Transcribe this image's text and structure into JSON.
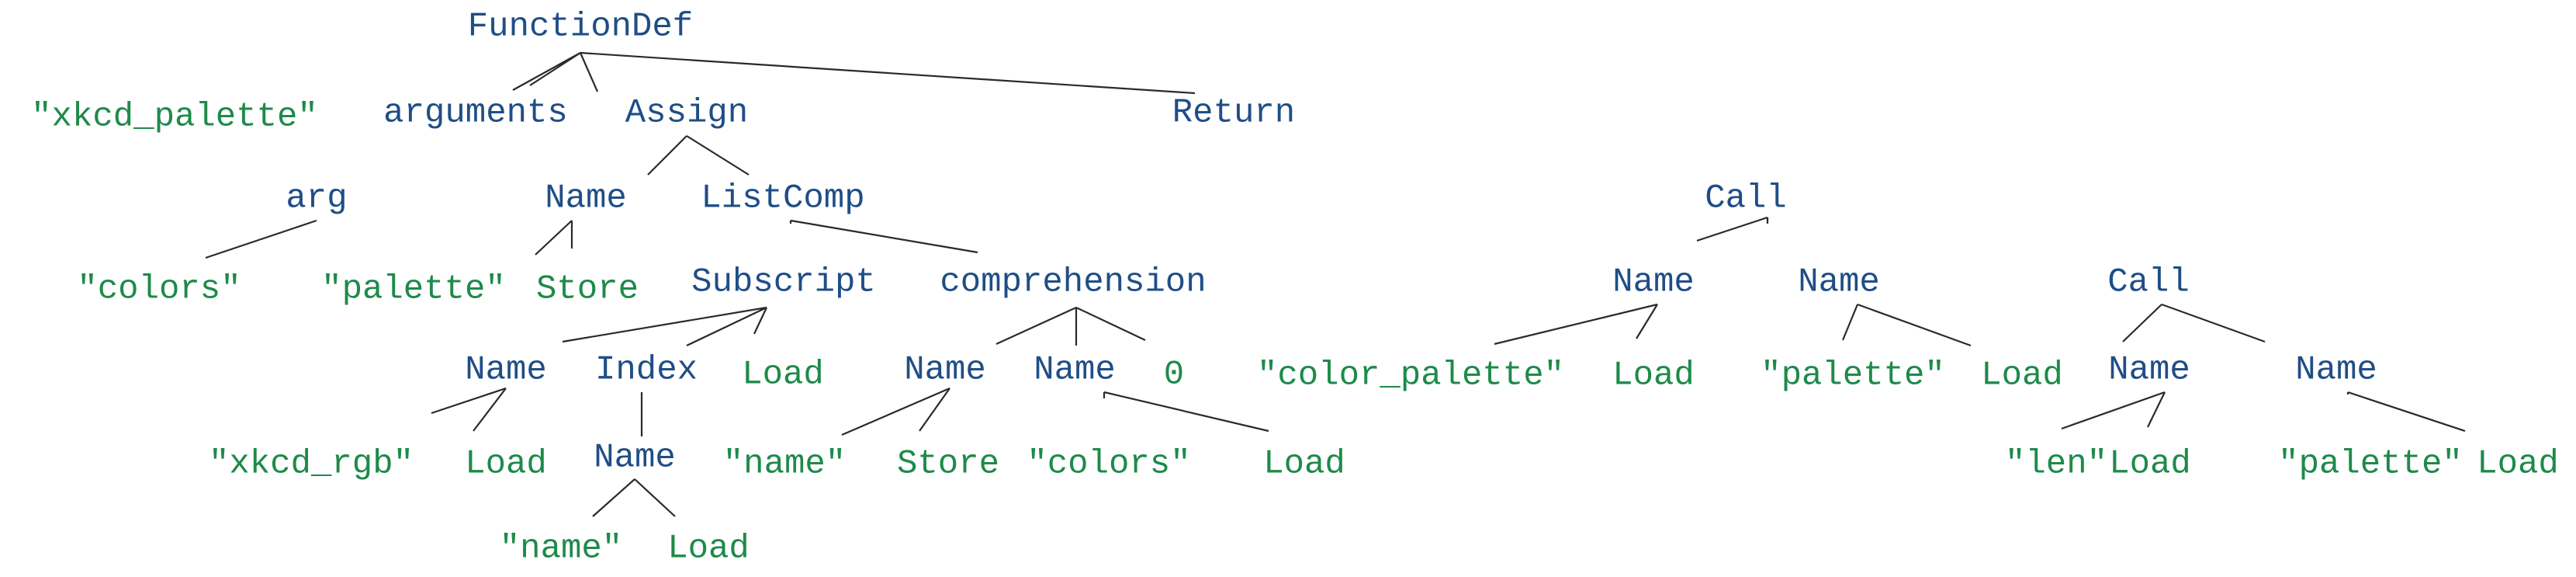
{
  "colors": {
    "node": "#1f4e86",
    "leaf": "#1e8a4a",
    "edge": "#2a2a2a"
  },
  "nodes": [
    {
      "id": "n0",
      "label": "FunctionDef",
      "kind": "node"
    },
    {
      "id": "n1",
      "label": "\"xkcd_palette\"",
      "kind": "leaf"
    },
    {
      "id": "n2",
      "label": "arguments",
      "kind": "node"
    },
    {
      "id": "n3",
      "label": "Assign",
      "kind": "node"
    },
    {
      "id": "n4",
      "label": "Return",
      "kind": "node"
    },
    {
      "id": "n5",
      "label": "arg",
      "kind": "node"
    },
    {
      "id": "n6",
      "label": "\"colors\"",
      "kind": "leaf"
    },
    {
      "id": "n7",
      "label": "Name",
      "kind": "node"
    },
    {
      "id": "n8",
      "label": "\"palette\"",
      "kind": "leaf"
    },
    {
      "id": "n9",
      "label": "Store",
      "kind": "leaf"
    },
    {
      "id": "n10",
      "label": "ListComp",
      "kind": "node"
    },
    {
      "id": "n11",
      "label": "Subscript",
      "kind": "node"
    },
    {
      "id": "n12",
      "label": "comprehension",
      "kind": "node"
    },
    {
      "id": "n13",
      "label": "Name",
      "kind": "node"
    },
    {
      "id": "n14",
      "label": "\"xkcd_rgb\"",
      "kind": "leaf"
    },
    {
      "id": "n15",
      "label": "Load",
      "kind": "leaf"
    },
    {
      "id": "n16",
      "label": "Index",
      "kind": "node"
    },
    {
      "id": "n17",
      "label": "Name",
      "kind": "node"
    },
    {
      "id": "n18",
      "label": "\"name\"",
      "kind": "leaf"
    },
    {
      "id": "n19",
      "label": "Load",
      "kind": "leaf"
    },
    {
      "id": "n20",
      "label": "Load",
      "kind": "leaf"
    },
    {
      "id": "n21",
      "label": "Name",
      "kind": "node"
    },
    {
      "id": "n22",
      "label": "\"name\"",
      "kind": "leaf"
    },
    {
      "id": "n23",
      "label": "Store",
      "kind": "leaf"
    },
    {
      "id": "n24",
      "label": "Name",
      "kind": "node"
    },
    {
      "id": "n25",
      "label": "\"colors\"",
      "kind": "leaf"
    },
    {
      "id": "n26",
      "label": "Load",
      "kind": "leaf"
    },
    {
      "id": "n27",
      "label": "0",
      "kind": "leaf"
    },
    {
      "id": "n28",
      "label": "Call",
      "kind": "node"
    },
    {
      "id": "n29",
      "label": "Name",
      "kind": "node"
    },
    {
      "id": "n30",
      "label": "\"color_palette\"",
      "kind": "leaf"
    },
    {
      "id": "n31",
      "label": "Load",
      "kind": "leaf"
    },
    {
      "id": "n32",
      "label": "Name",
      "kind": "node"
    },
    {
      "id": "n33",
      "label": "\"palette\"",
      "kind": "leaf"
    },
    {
      "id": "n34",
      "label": "Load",
      "kind": "leaf"
    },
    {
      "id": "n35",
      "label": "Call",
      "kind": "node"
    },
    {
      "id": "n36",
      "label": "Name",
      "kind": "node"
    },
    {
      "id": "n37",
      "label": "\"len\"",
      "kind": "leaf"
    },
    {
      "id": "n38",
      "label": "Load",
      "kind": "leaf"
    },
    {
      "id": "n39",
      "label": "Name",
      "kind": "node"
    },
    {
      "id": "n40",
      "label": "\"palette\"",
      "kind": "leaf"
    },
    {
      "id": "n41",
      "label": "Load",
      "kind": "leaf"
    }
  ],
  "edges": [
    [
      "n0",
      "n1"
    ],
    [
      "n0",
      "n2"
    ],
    [
      "n0",
      "n3"
    ],
    [
      "n0",
      "n4"
    ],
    [
      "n2",
      "n5"
    ],
    [
      "n5",
      "n6"
    ],
    [
      "n3",
      "n7"
    ],
    [
      "n3",
      "n10"
    ],
    [
      "n7",
      "n8"
    ],
    [
      "n7",
      "n9"
    ],
    [
      "n10",
      "n11"
    ],
    [
      "n10",
      "n12"
    ],
    [
      "n11",
      "n13"
    ],
    [
      "n11",
      "n16"
    ],
    [
      "n11",
      "n20"
    ],
    [
      "n13",
      "n14"
    ],
    [
      "n13",
      "n15"
    ],
    [
      "n16",
      "n17"
    ],
    [
      "n17",
      "n18"
    ],
    [
      "n17",
      "n19"
    ],
    [
      "n12",
      "n21"
    ],
    [
      "n12",
      "n24"
    ],
    [
      "n12",
      "n27"
    ],
    [
      "n21",
      "n22"
    ],
    [
      "n21",
      "n23"
    ],
    [
      "n24",
      "n25"
    ],
    [
      "n24",
      "n26"
    ],
    [
      "n4",
      "n28"
    ],
    [
      "n28",
      "n29"
    ],
    [
      "n28",
      "n32"
    ],
    [
      "n28",
      "n35"
    ],
    [
      "n29",
      "n30"
    ],
    [
      "n29",
      "n31"
    ],
    [
      "n32",
      "n33"
    ],
    [
      "n32",
      "n34"
    ],
    [
      "n35",
      "n36"
    ],
    [
      "n35",
      "n39"
    ],
    [
      "n36",
      "n37"
    ],
    [
      "n36",
      "n38"
    ],
    [
      "n39",
      "n40"
    ],
    [
      "n39",
      "n41"
    ]
  ]
}
